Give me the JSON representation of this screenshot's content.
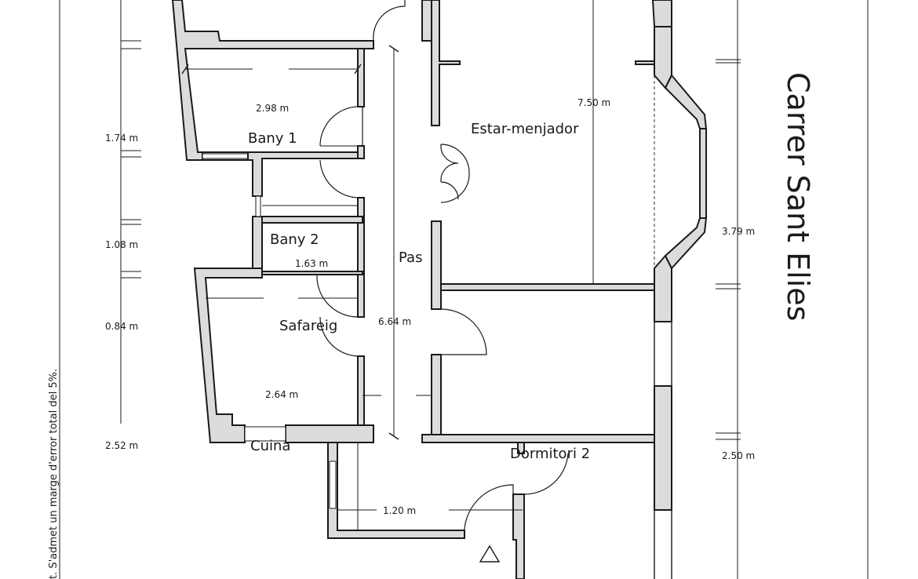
{
  "street": "Carrer Sant Elies",
  "note": "t. S'admet un marge d'error total del 5%.",
  "rooms": {
    "bany1": "Bany 1",
    "bany2": "Bany 2",
    "safareig": "Safareig",
    "cuina": "Cuina",
    "pas": "Pas",
    "estar": "Estar-menjador",
    "dormitori2": "Dormitori 2"
  },
  "dims": {
    "bany1_width": "2.98 m",
    "bany2_width": "1.63 m",
    "safareig_width": "2.64 m",
    "pas_length": "6.64 m",
    "estar_length": "7.50 m",
    "passage_width": "1.20 m",
    "left_1": "1.74 m",
    "left_2": "1.08 m",
    "left_3": "0.84 m",
    "left_4": "2.52 m",
    "right_1": "3.79 m",
    "right_2": "2.50 m"
  }
}
